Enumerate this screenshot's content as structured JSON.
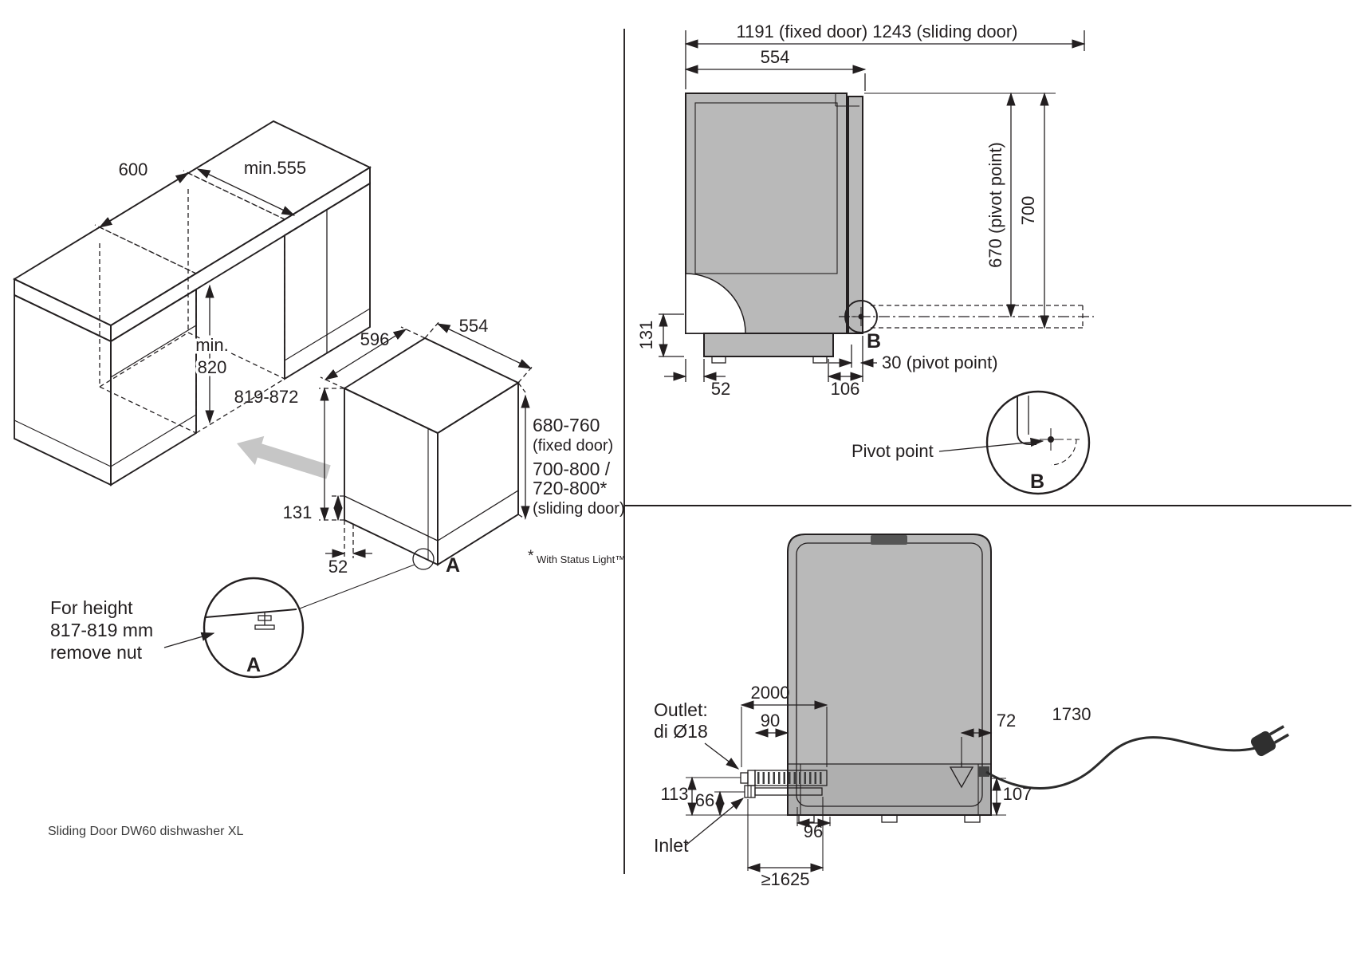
{
  "caption": "Sliding Door DW60 dishwasher XL",
  "colors": {
    "line": "#231f20",
    "machine_fill": "#b9b9b9",
    "arrow_fill": "#c6c6c6",
    "plinth_fill": "#c9c9c9"
  },
  "iso_view": {
    "niche_width": "600",
    "niche_depth": "min.555",
    "niche_height_line1": "min.",
    "niche_height_line2": "820",
    "dw_width": "596",
    "dw_depth": "554",
    "dw_height": "819-872",
    "plinth_height": "131",
    "plinth_recess": "52",
    "fixed_door_height": "680-760",
    "fixed_door_note": "(fixed door)",
    "sliding_door_height_1": "700-800 /",
    "sliding_door_height_2": "720-800*",
    "sliding_door_note": "(sliding door)",
    "footnote_star": "*",
    "footnote": "With Status Light™",
    "detail_ref": "A",
    "detail_label": "A",
    "note_line1": "For height",
    "note_line2": "817-819 mm",
    "note_line3": "remove nut"
  },
  "side_view": {
    "total_depth": "1191 (fixed door) 1243 (sliding door)",
    "body_depth": "554",
    "pivot_height": "670 (pivot point)",
    "top_height": "700",
    "base_height": "131",
    "back_recess": "52",
    "front_offset": "106",
    "pivot_offset": "30 (pivot point)",
    "detail_ref": "B",
    "pivot_label": "Pivot point",
    "detail_label": "B"
  },
  "rear_view": {
    "outlet_hose_length": "2000",
    "outlet_offset": "90",
    "cord_offset": "72",
    "cord_length": "1730",
    "outlet_height": "113",
    "inlet_height": "66",
    "inlet_offset": "96",
    "cord_height": "107",
    "inlet_hose_length": "≥1625",
    "outlet_label_line1": "Outlet:",
    "outlet_label_line2": "di Ø18",
    "inlet_label": "Inlet"
  }
}
